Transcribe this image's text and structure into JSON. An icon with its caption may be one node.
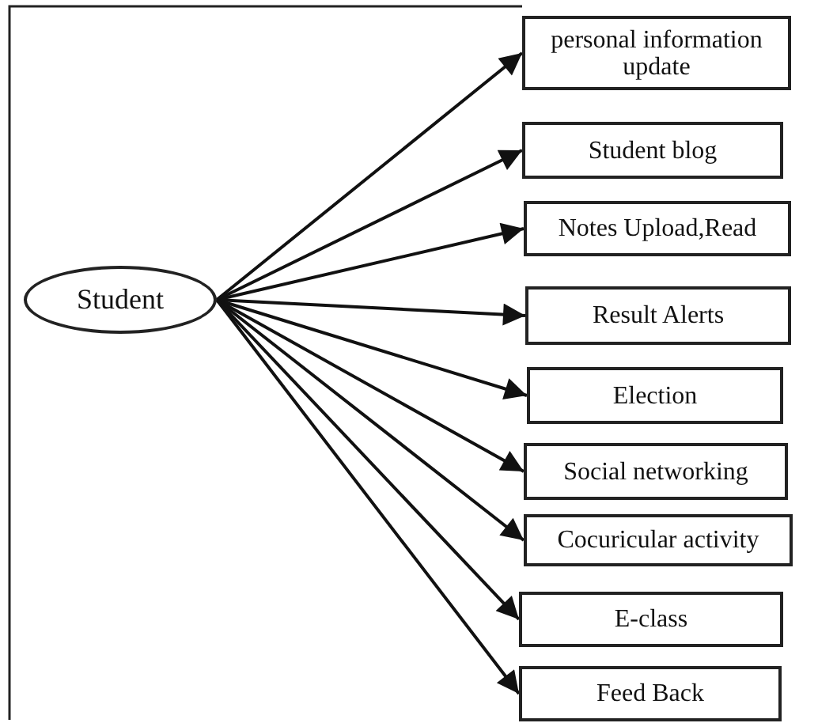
{
  "diagram": {
    "nodes": [
      {
        "text": [
          "Student"
        ]
      },
      {
        "text": [
          "personal information update"
        ]
      },
      {
        "text": [
          "Student blog"
        ]
      },
      {
        "text": [
          "Notes Upload,Read"
        ]
      },
      {
        "text": [
          "Result Alerts"
        ]
      },
      {
        "text": [
          "Election"
        ]
      },
      {
        "text": [
          "Social networking"
        ]
      },
      {
        "text": [
          "Cocuricular activity"
        ]
      },
      {
        "text": [
          "E-class"
        ]
      },
      {
        "text": [
          "Feed Back"
        ]
      }
    ],
    "edges": [
      {
        "from": 0,
        "to": 1,
        "arrow": "to"
      },
      {
        "from": 0,
        "to": 2,
        "arrow": "to"
      },
      {
        "from": 0,
        "to": 3,
        "arrow": "to"
      },
      {
        "from": 0,
        "to": 4,
        "arrow": "to"
      },
      {
        "from": 0,
        "to": 5,
        "arrow": "to"
      },
      {
        "from": 0,
        "to": 6,
        "arrow": "to"
      },
      {
        "from": 0,
        "to": 7,
        "arrow": "to"
      },
      {
        "from": 0,
        "to": 8,
        "arrow": "to"
      },
      {
        "from": 0,
        "to": 9,
        "arrow": "to"
      }
    ]
  }
}
